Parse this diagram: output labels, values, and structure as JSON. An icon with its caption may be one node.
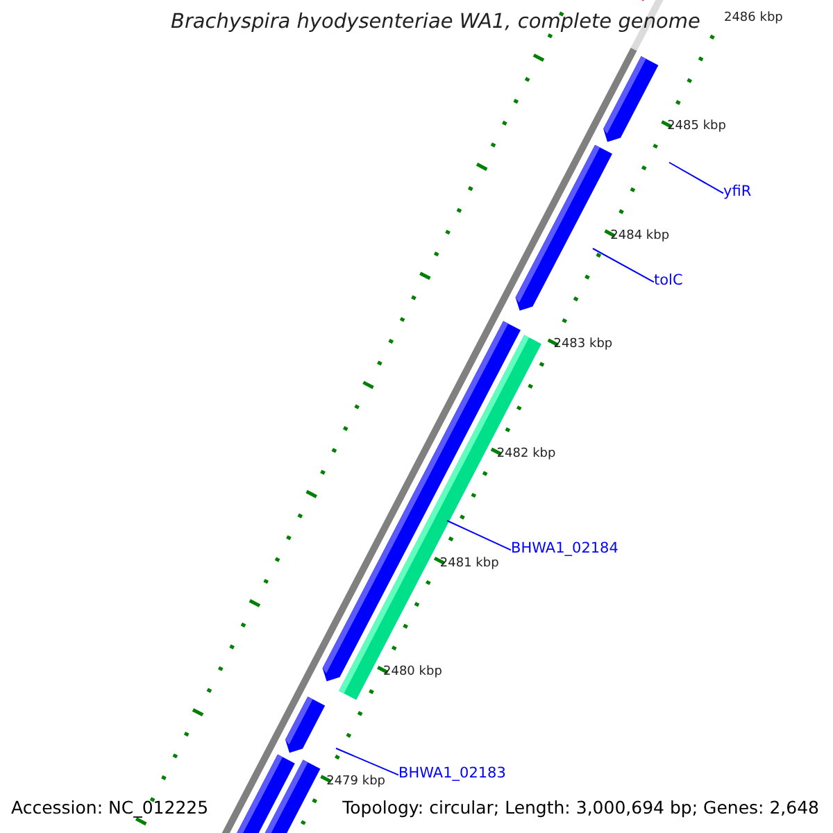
{
  "diagram": {
    "title": "Brachyspira hyodysenteriae WA1, complete genome",
    "nodes": [
      {
        "text": [
          "yfiR"
        ]
      },
      {
        "text": [
          "tolC"
        ]
      },
      {
        "text": [
          "BHWA1_02184"
        ]
      },
      {
        "text": [
          "BHWA1_02183"
        ]
      }
    ],
    "edges": [
      {
        "from": 0,
        "to": null,
        "arrow": "none"
      },
      {
        "from": 1,
        "to": null,
        "arrow": "none"
      },
      {
        "from": 2,
        "to": null,
        "arrow": "none"
      },
      {
        "from": 3,
        "to": null,
        "arrow": "none"
      }
    ],
    "labels": [
      "2486 kbp",
      "2485 kbp",
      "2484 kbp",
      "2483 kbp",
      "2482 kbp",
      "2481 kbp",
      "2480 kbp",
      "2479 kbp",
      "Accession: NC_012225",
      "Topology: circular; Length: 3,000,694 bp; Genes: 2,648"
    ]
  }
}
